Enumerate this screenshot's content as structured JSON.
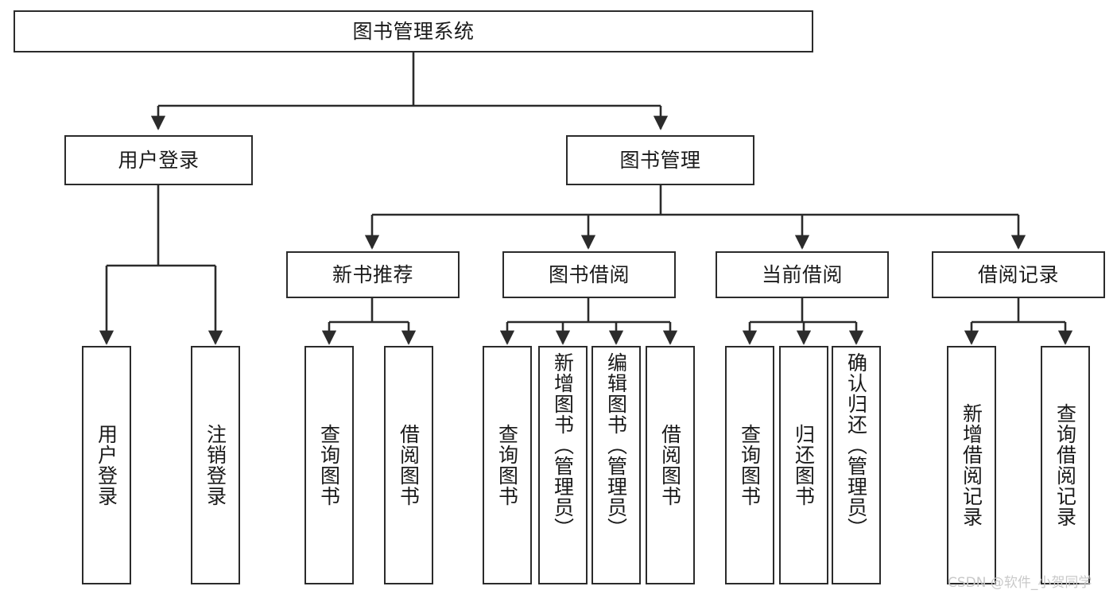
{
  "diagram": {
    "title": "图书管理系统",
    "type": "tree",
    "orientation": "top-down",
    "colors": {
      "box_border": "#2b2b2b",
      "box_fill": "#ffffff",
      "edge": "#2b2b2b",
      "text": "#1a1a1a",
      "watermark": "#c9c9c9"
    }
  },
  "nodes": {
    "root": {
      "label": "图书管理系统",
      "level": 0
    },
    "level1": [
      {
        "id": "user-login",
        "label": "用户登录"
      },
      {
        "id": "book-management",
        "label": "图书管理"
      }
    ],
    "level2": [
      {
        "id": "new-book-recommend",
        "label": "新书推荐",
        "parent": "book-management"
      },
      {
        "id": "book-borrow",
        "label": "图书借阅",
        "parent": "book-management"
      },
      {
        "id": "current-borrow",
        "label": "当前借阅",
        "parent": "book-management"
      },
      {
        "id": "borrow-record",
        "label": "借阅记录",
        "parent": "book-management"
      }
    ],
    "leaves": [
      {
        "id": "leaf-user-login",
        "label": "用户登录",
        "parent": "user-login"
      },
      {
        "id": "leaf-logout-login",
        "label": "注销登录",
        "parent": "user-login"
      },
      {
        "id": "leaf-query-book-1",
        "label": "查询图书",
        "parent": "new-book-recommend"
      },
      {
        "id": "leaf-borrow-book-1",
        "label": "借阅图书",
        "parent": "new-book-recommend"
      },
      {
        "id": "leaf-query-book-2",
        "label": "查询图书",
        "parent": "book-borrow"
      },
      {
        "id": "leaf-add-book",
        "label": "新增图书（管理员）",
        "parent": "book-borrow"
      },
      {
        "id": "leaf-edit-book",
        "label": "编辑图书（管理员）",
        "parent": "book-borrow"
      },
      {
        "id": "leaf-borrow-book-2",
        "label": "借阅图书",
        "parent": "book-borrow"
      },
      {
        "id": "leaf-query-book-3",
        "label": "查询图书",
        "parent": "current-borrow"
      },
      {
        "id": "leaf-return-book",
        "label": "归还图书",
        "parent": "current-borrow"
      },
      {
        "id": "leaf-confirm-return",
        "label": "确认归还（管理员）",
        "parent": "current-borrow"
      },
      {
        "id": "leaf-add-record",
        "label": "新增借阅记录",
        "parent": "borrow-record"
      },
      {
        "id": "leaf-query-record",
        "label": "查询借阅记录",
        "parent": "borrow-record"
      }
    ]
  },
  "watermark": {
    "text": "CSDN @软件_小贺同学"
  }
}
